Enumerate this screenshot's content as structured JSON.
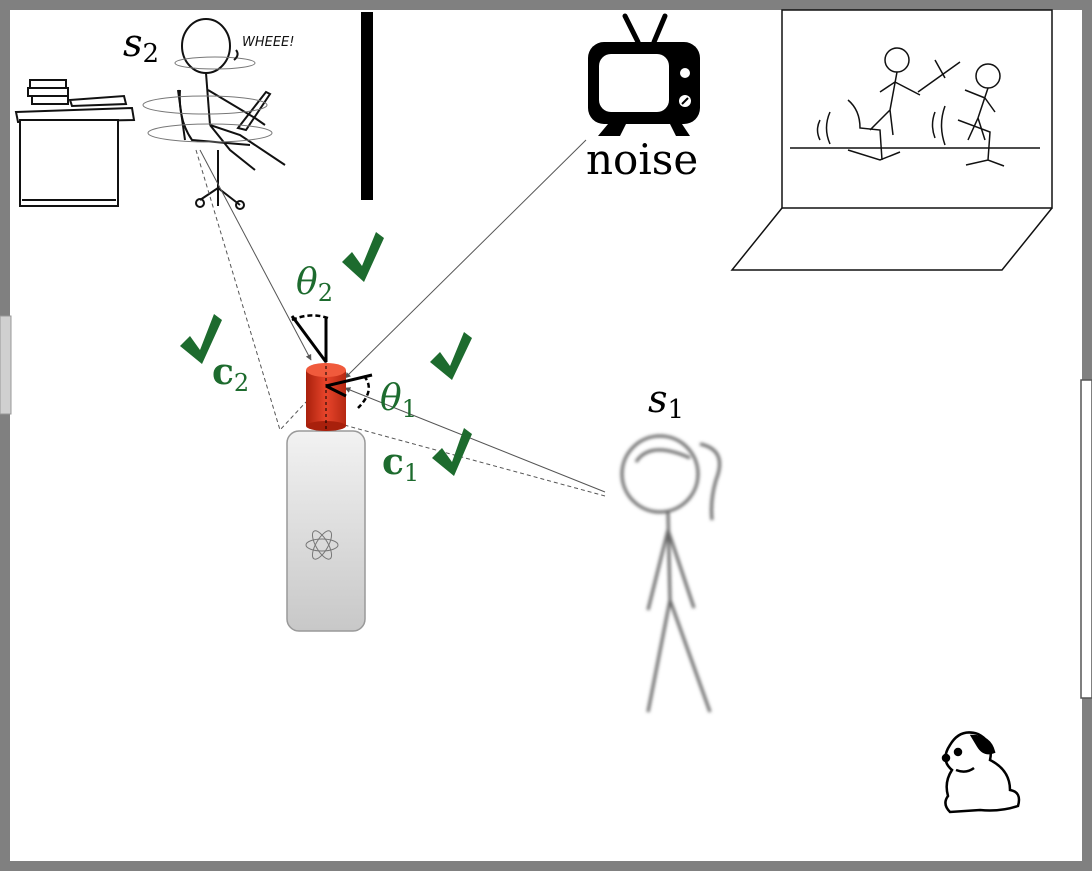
{
  "labels": {
    "s2": "s",
    "s2_sub": "2",
    "s1": "s",
    "s1_sub": "1",
    "theta2": "θ",
    "theta2_sub": "2",
    "theta1": "θ",
    "theta1_sub": "1",
    "c2": "c",
    "c2_sub": "2",
    "c1": "c",
    "c1_sub": "1",
    "noise": "noise",
    "wheee": "WHEEE!"
  },
  "colors": {
    "room_wall": "#808080",
    "check": "#1d6b2e",
    "math_green": "#1d6b2e",
    "speaker_red": "#d9341c",
    "device_gray": "#d6d6d6"
  },
  "icons": {
    "check": "check-icon",
    "tv": "tv-icon",
    "dog": "dog-icon",
    "atom": "atom-icon"
  }
}
